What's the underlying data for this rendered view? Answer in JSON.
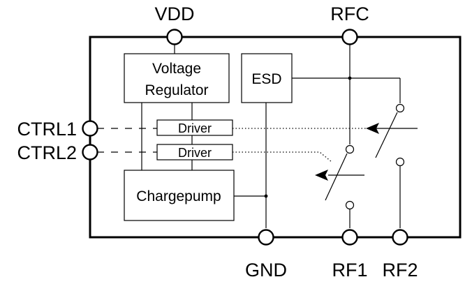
{
  "pins": {
    "vdd": "VDD",
    "rfc": "RFC",
    "ctrl1": "CTRL1",
    "ctrl2": "CTRL2",
    "gnd": "GND",
    "rf1": "RF1",
    "rf2": "RF2"
  },
  "blocks": {
    "voltage_regulator": [
      "Voltage",
      "Regulator"
    ],
    "esd": "ESD",
    "driver_1": "Driver",
    "driver_2": "Driver",
    "chargepump": "Chargepump"
  }
}
